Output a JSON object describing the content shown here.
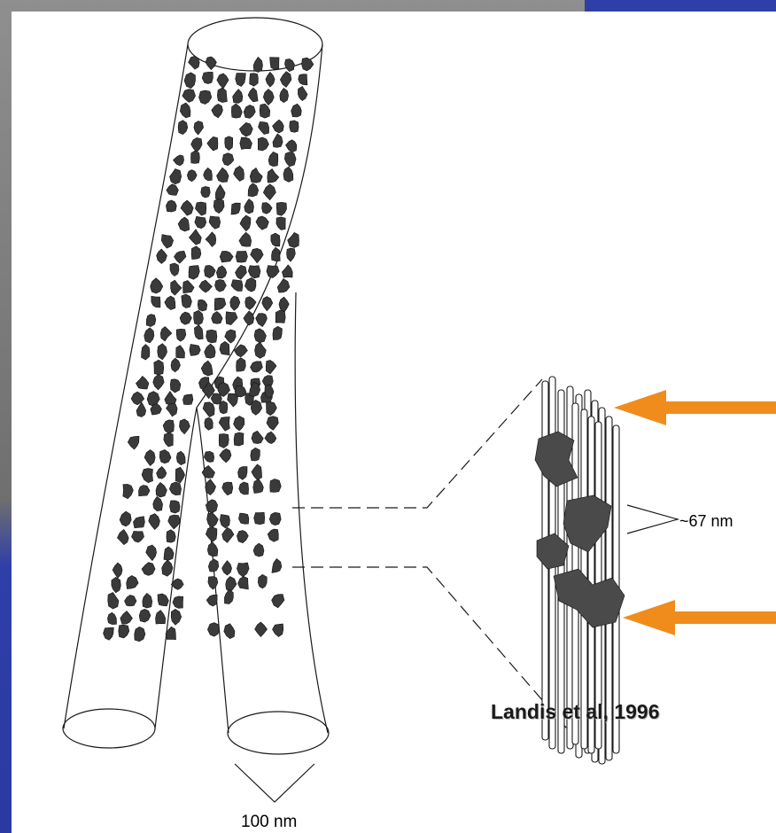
{
  "labels": {
    "period": "~67 nm",
    "diameter": "100 nm"
  },
  "citation": "Landis et al, 1996",
  "colors": {
    "background": "#2f3fa8",
    "panel": "#ffffff",
    "arrow": "#f08c1c",
    "mineral": "#3a3a3a",
    "outline": "#1a1a1a"
  },
  "icons": {
    "arrow": "left-arrow"
  }
}
